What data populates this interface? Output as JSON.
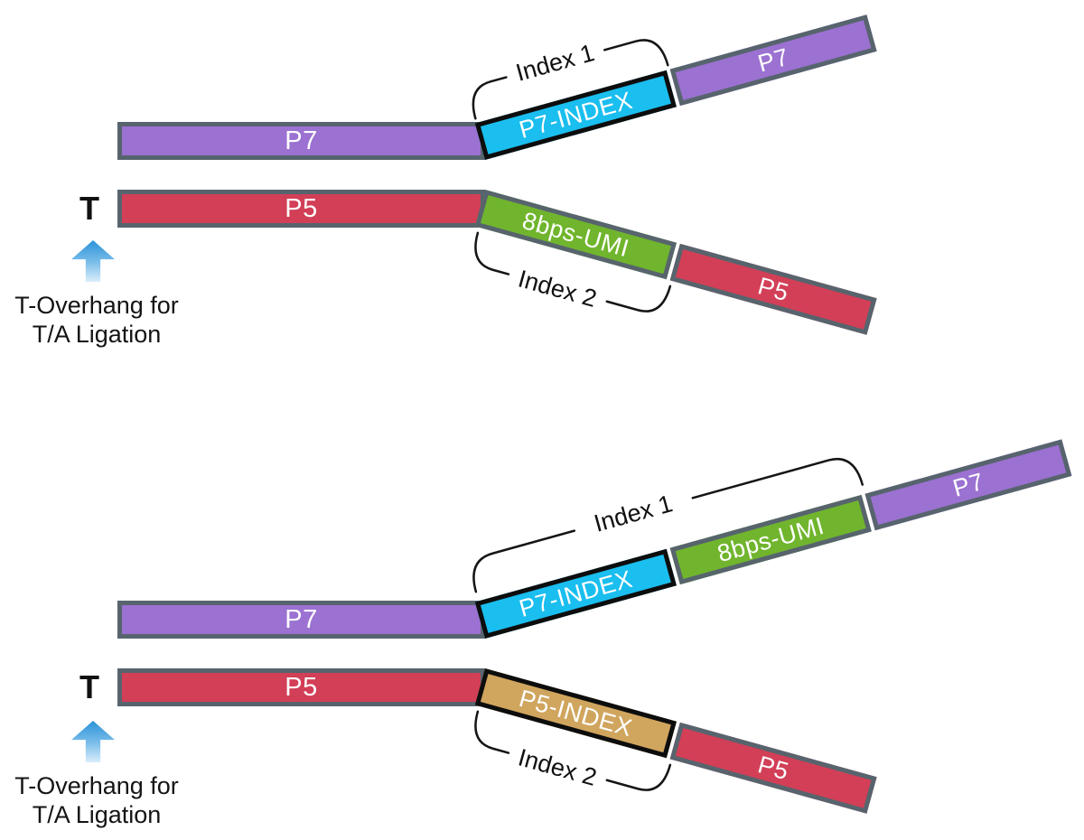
{
  "colors": {
    "p7_purple": "#9B71D1",
    "p5_red": "#D23F57",
    "p7_index_cyan": "#1ABEEF",
    "umi_green": "#70B52D",
    "p5_index_tan": "#D0A55E",
    "bar_border_gray": "#57646D",
    "index_border_black": "#0D0D0D",
    "arrow_blue_top": "#2B92D8",
    "arrow_blue_bottom": "#D9EDFA",
    "text_black": "#141414"
  },
  "diagram1": {
    "top_strand": {
      "p7": "P7",
      "p7_index": "P7-INDEX",
      "p7_end": "P7"
    },
    "bottom_strand": {
      "p5": "P5",
      "umi": "8bps-UMI",
      "p5_end": "P5"
    },
    "index1": "Index 1",
    "index2": "Index 2",
    "t_overhang_base": "T",
    "caption_line1": "T-Overhang for",
    "caption_line2": "T/A Ligation"
  },
  "diagram2": {
    "top_strand": {
      "p7": "P7",
      "p7_index": "P7-INDEX",
      "umi": "8bps-UMI",
      "p7_end": "P7"
    },
    "bottom_strand": {
      "p5": "P5",
      "p5_index": "P5-INDEX",
      "p5_end": "P5"
    },
    "index1": "Index 1",
    "index2": "Index 2",
    "t_overhang_base": "T",
    "caption_line1": "T-Overhang for",
    "caption_line2": "T/A Ligation"
  }
}
